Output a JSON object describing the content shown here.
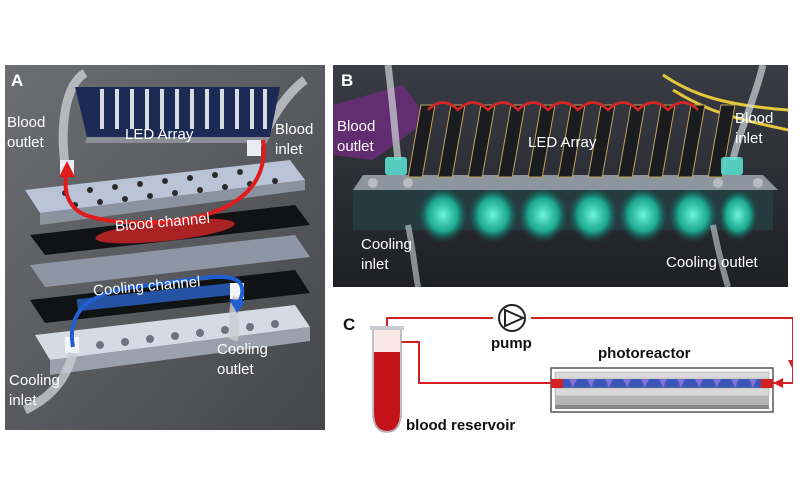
{
  "panel_a": {
    "letter": "A",
    "labels": {
      "blood_outlet": "Blood\noutlet",
      "led_array": "LED Array",
      "blood_inlet": "Blood\ninlet",
      "blood_channel": "Blood channel",
      "cooling_channel": "Cooling channel",
      "cooling_outlet": "Cooling\noutlet",
      "cooling_inlet": "Cooling\ninlet"
    }
  },
  "panel_b": {
    "letter": "B",
    "labels": {
      "blood_outlet": "Blood\noutlet",
      "led_array": "LED Array",
      "blood_inlet": "Blood\ninlet",
      "cooling_inlet": "Cooling\ninlet",
      "cooling_outlet": "Cooling outlet"
    }
  },
  "panel_c": {
    "letter": "C",
    "labels": {
      "pump": "pump",
      "photoreactor": "photoreactor",
      "blood_reservoir": "blood reservoir"
    }
  },
  "colors": {
    "blood": "#d91f1f",
    "cooling": "#1f5fd1",
    "led_glow": "#43e3c4"
  }
}
